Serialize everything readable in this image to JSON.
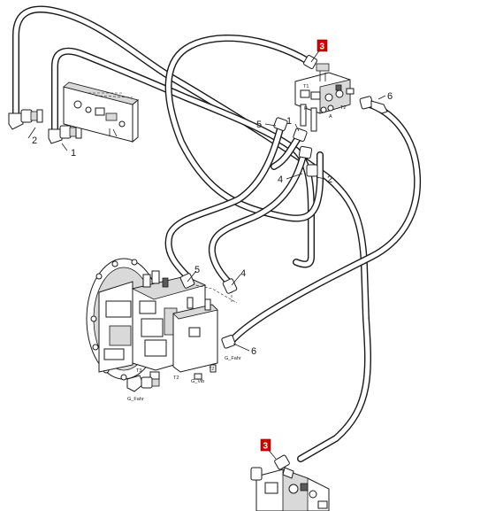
{
  "diagram": {
    "callouts": {
      "c1_left": "1",
      "c2_left": "2",
      "c5_top": "5",
      "c1_top": "1",
      "c6_top": "6",
      "c4_top": "4",
      "c2_right": "2",
      "c5_mid": "5",
      "c4_mid": "4",
      "c6_mid": "6"
    },
    "highlight_tags": {
      "tag_top": "3",
      "tag_bottom": "3",
      "color": "#d40000"
    },
    "port_labels": {
      "g_fahr_mid": "G_Fahr",
      "g_fahr_low": "G_Fahr",
      "g_vib": "G_Vib",
      "t2_a": "T2",
      "t3": "T3",
      "t2_b": "T2",
      "t1": "T1",
      "t2_valve": "T2",
      "p": "P",
      "a": "A"
    }
  }
}
